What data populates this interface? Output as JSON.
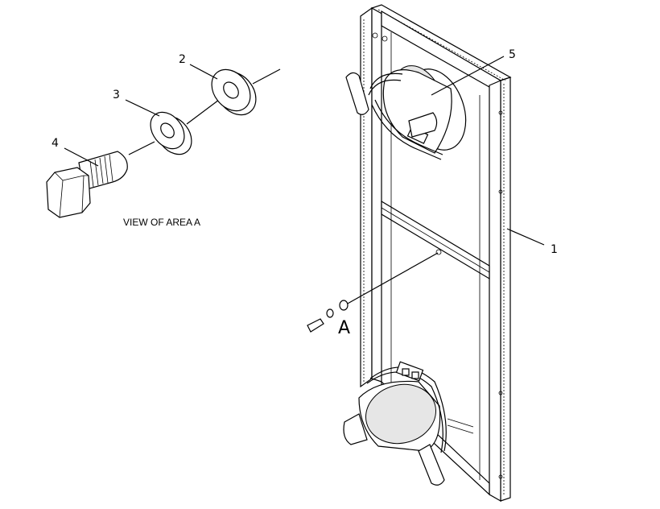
{
  "callouts": {
    "c1": "1",
    "c2": "2",
    "c3": "3",
    "c4": "4",
    "c5": "5"
  },
  "area_label": "A",
  "caption": "VIEW OF AREA A"
}
